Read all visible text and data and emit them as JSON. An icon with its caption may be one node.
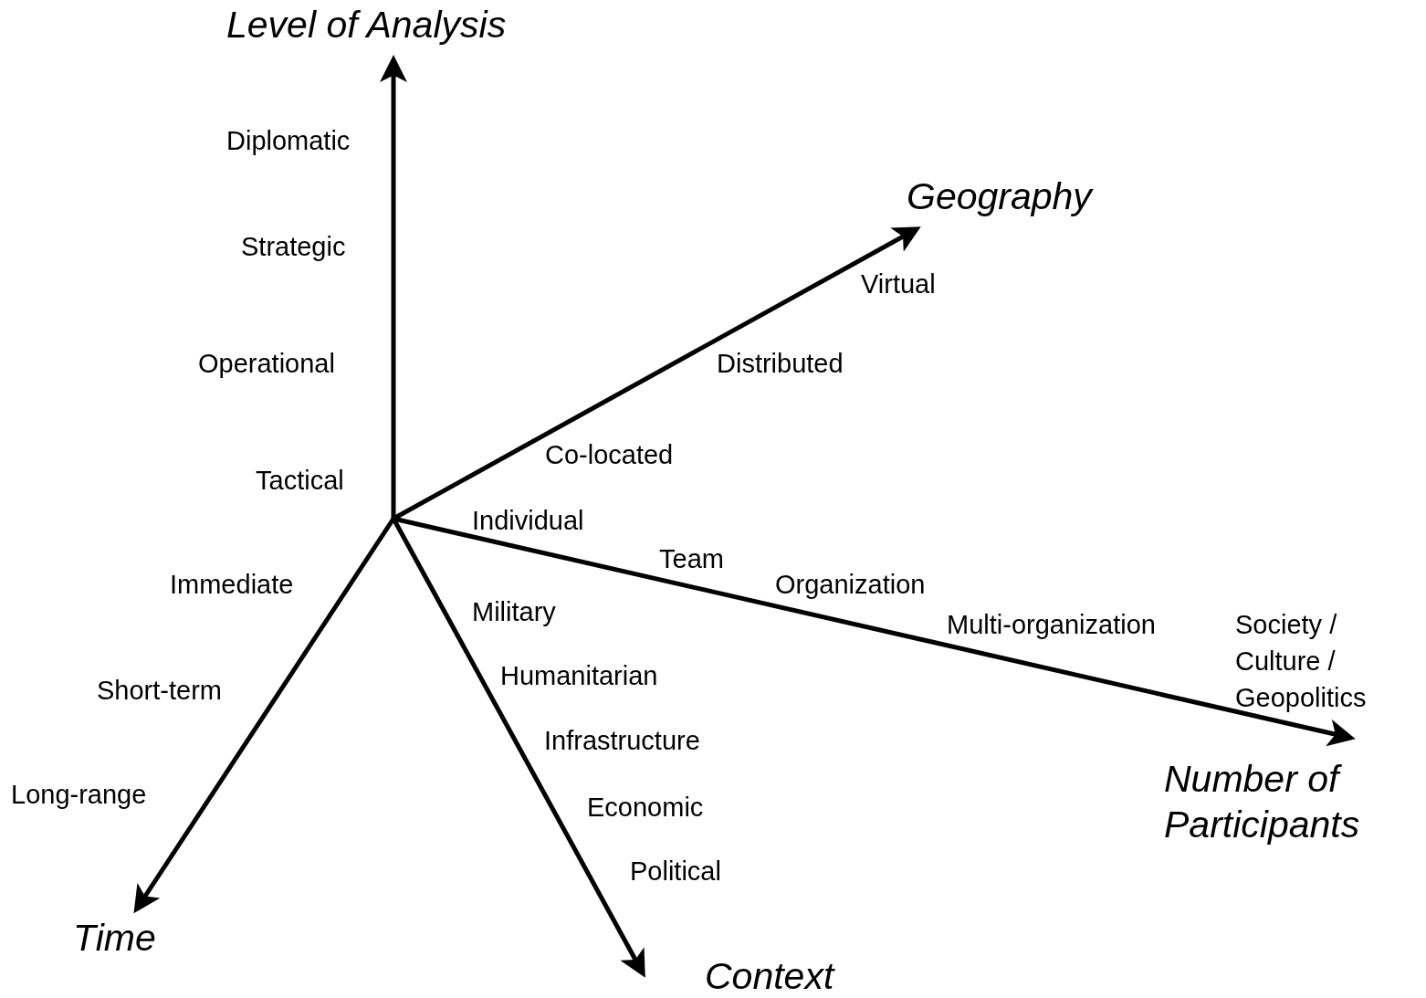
{
  "diagram": {
    "labels": [
      "Level of Analysis",
      "Diplomatic",
      "Geography",
      "Strategic",
      "Virtual",
      "Operational",
      "Distributed",
      "Co-located",
      "Tactical",
      "Individual",
      "Team",
      "Immediate",
      "Organization",
      "Military",
      "Multi-organization",
      "Society / Culture / Geopolitics",
      "Humanitarian",
      "Short-term",
      "Infrastructure",
      "Number of Participants",
      "Long-range",
      "Economic",
      "Political",
      "Time",
      "Context"
    ]
  }
}
